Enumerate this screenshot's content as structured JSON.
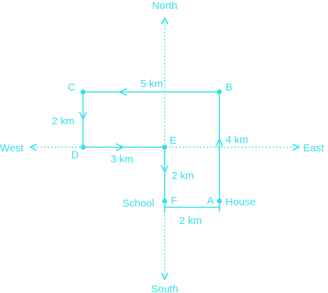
{
  "colors": {
    "accent": "#34E0E6"
  },
  "compass": {
    "north": "North",
    "south": "South",
    "east": "East",
    "west": "West"
  },
  "points": {
    "a": "A",
    "b": "B",
    "c": "C",
    "d": "D",
    "e": "E",
    "f": "F",
    "school": "School",
    "house": "House"
  },
  "distances": {
    "ab": "4 km",
    "bc": "5 km",
    "cd": "2 km",
    "de": "3 km",
    "ef": "2 km",
    "fa": "2 km"
  }
}
